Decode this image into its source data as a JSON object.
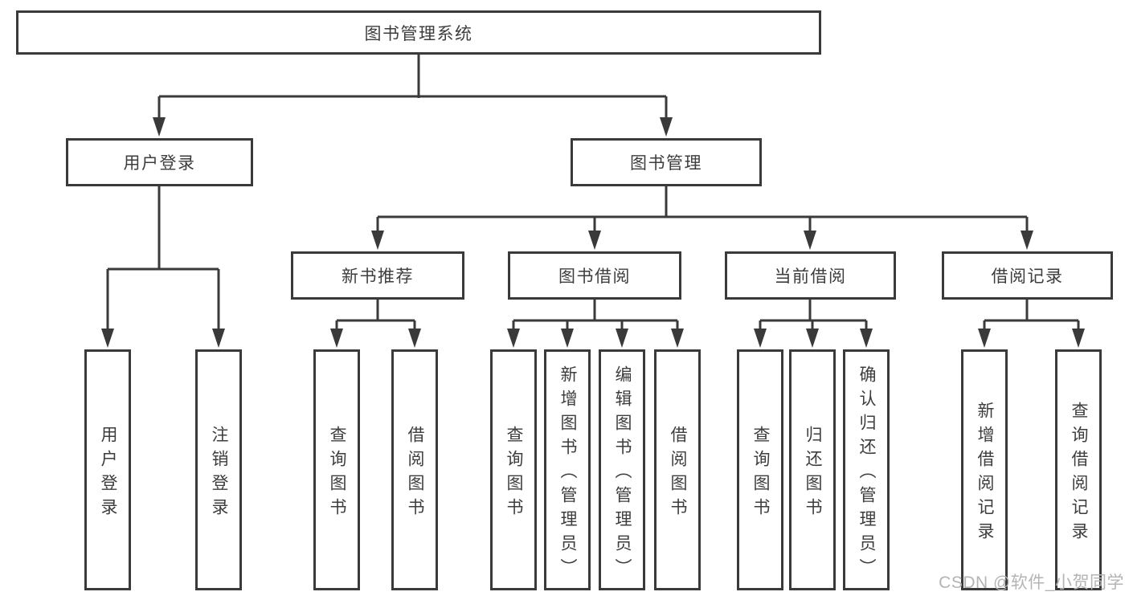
{
  "colors": {
    "line": "#3a3a3a",
    "box-border": "#3a3a3a",
    "box-fill": "#ffffff",
    "text": "#3d3d3d",
    "watermark": "#b4b4b4",
    "background": "#ffffff"
  },
  "nodes": {
    "root": "图书管理系统",
    "user_login": "用户登录",
    "book_mgmt": "图书管理",
    "new_book_rec": "新书推荐",
    "book_borrow": "图书借阅",
    "current_borrow": "当前借阅",
    "borrow_records": "借阅记录",
    "leaf_user_login": "用户登录",
    "leaf_logout": "注销登录",
    "leaf_query_book_rec": "查询图书",
    "leaf_borrow_book_rec": "借阅图书",
    "leaf_query_book_borrow": "查询图书",
    "leaf_add_book": "新增图书（管理员）",
    "leaf_edit_book": "编辑图书（管理员）",
    "leaf_borrow_book_borrow": "借阅图书",
    "leaf_query_book_current": "查询图书",
    "leaf_return_book": "归还图书",
    "leaf_confirm_return": "确认归还（管理员）",
    "leaf_add_borrow_record": "新增借阅记录",
    "leaf_query_borrow_record": "查询借阅记录"
  },
  "watermark": "CSDN @软件_小贺同学"
}
